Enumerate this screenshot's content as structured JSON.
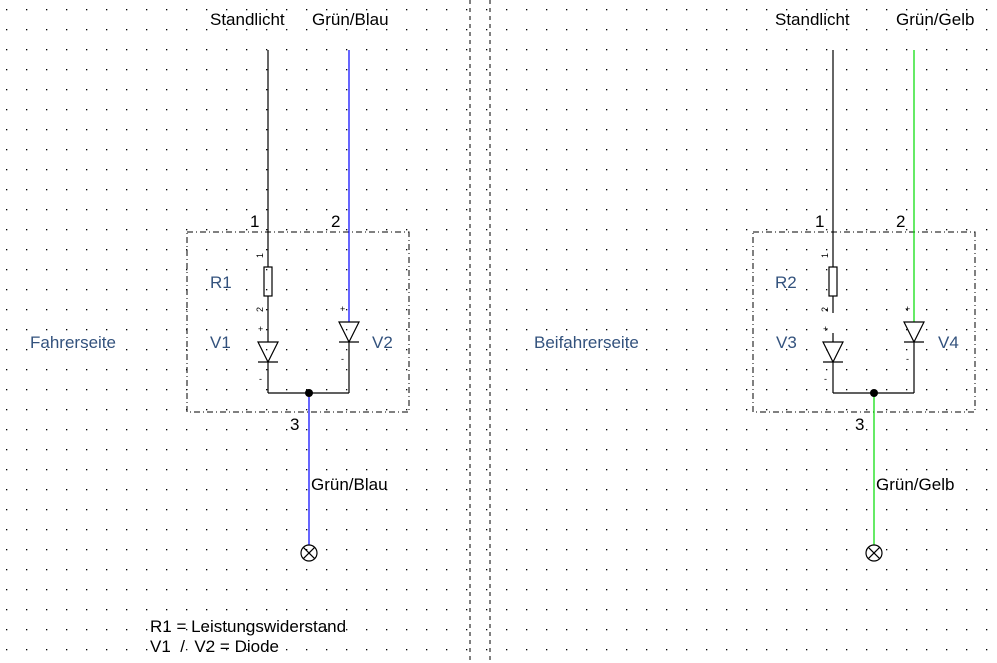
{
  "left": {
    "top_label_1": "Standlicht",
    "top_label_2": "Grün/Blau",
    "side_label": "Fahrerseite",
    "pin_1": "1",
    "pin_2": "2",
    "pin_3": "3",
    "resistor": "R1",
    "diode_a": "V1",
    "diode_b": "V2",
    "res_pin_1": "1",
    "res_pin_2": "2",
    "plus": "+",
    "minus": "-",
    "output_label": "Grün/Blau",
    "wire_color": "#0000ff"
  },
  "right": {
    "top_label_1": "Standlicht",
    "top_label_2": "Grün/Gelb",
    "side_label": "Beifahrerseite",
    "pin_1": "1",
    "pin_2": "2",
    "pin_3": "3",
    "resistor": "R2",
    "diode_a": "V3",
    "diode_b": "V4",
    "res_pin_1": "1",
    "res_pin_2": "2",
    "plus": "+",
    "minus": "-",
    "output_label": "Grün/Gelb",
    "wire_color": "#00dd00"
  },
  "legend": {
    "line_1": "R1 = Leistungswiderstand",
    "line_2": "V1  /  V2 = Diode"
  }
}
